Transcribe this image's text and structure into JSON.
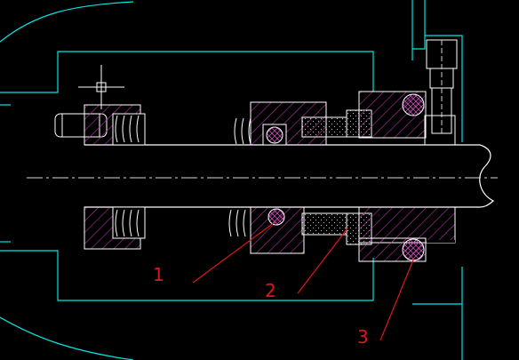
{
  "drawing": {
    "callouts": [
      {
        "number": "1"
      },
      {
        "number": "2"
      },
      {
        "number": "3"
      }
    ]
  },
  "colors": {
    "background": "#000000",
    "housing_line": "#00e5e5",
    "part_outline": "#ffffff",
    "hatch": "#b833a6",
    "oring_fill": "#7a0f57",
    "centerline": "#d8d8d8",
    "leader": "#e0161b"
  },
  "icons": {
    "cursor": "crosshair-cursor-icon"
  }
}
